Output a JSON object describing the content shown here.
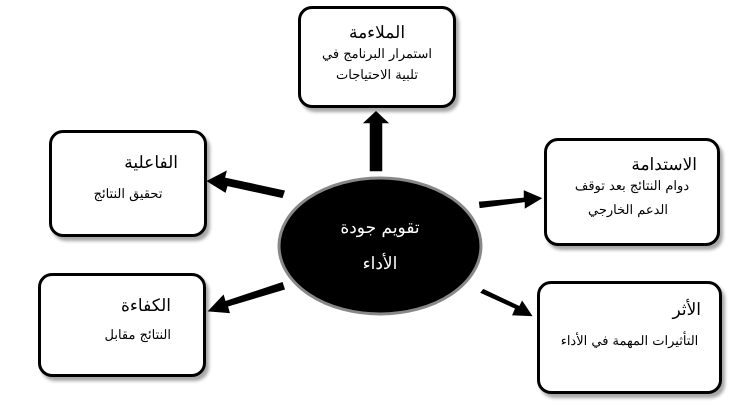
{
  "center": {
    "line1": "تقويم جودة",
    "line2": "الأداء"
  },
  "nodes": {
    "relevance": {
      "title": "الملاءمة",
      "desc_line1": "استمرار البرنامج في",
      "desc_line2": "تلبية الاحتياجات"
    },
    "effectiveness": {
      "title": "الفاعلية",
      "desc_line1": "تحقيق النتائج"
    },
    "sustainability": {
      "title": "الاستدامة",
      "desc_line1": "دوام النتائج بعد توقف",
      "desc_line2": "الدعم الخارجي"
    },
    "efficiency": {
      "title": "الكفاءة",
      "desc_line1": "النتائج مقابل"
    },
    "impact": {
      "title": "الأثر",
      "desc_line1": "التأثيرات المهمة في الأداء"
    }
  },
  "colors": {
    "center_fill": "#000000",
    "stroke": "#000000",
    "arrow_fill": "#000000"
  }
}
